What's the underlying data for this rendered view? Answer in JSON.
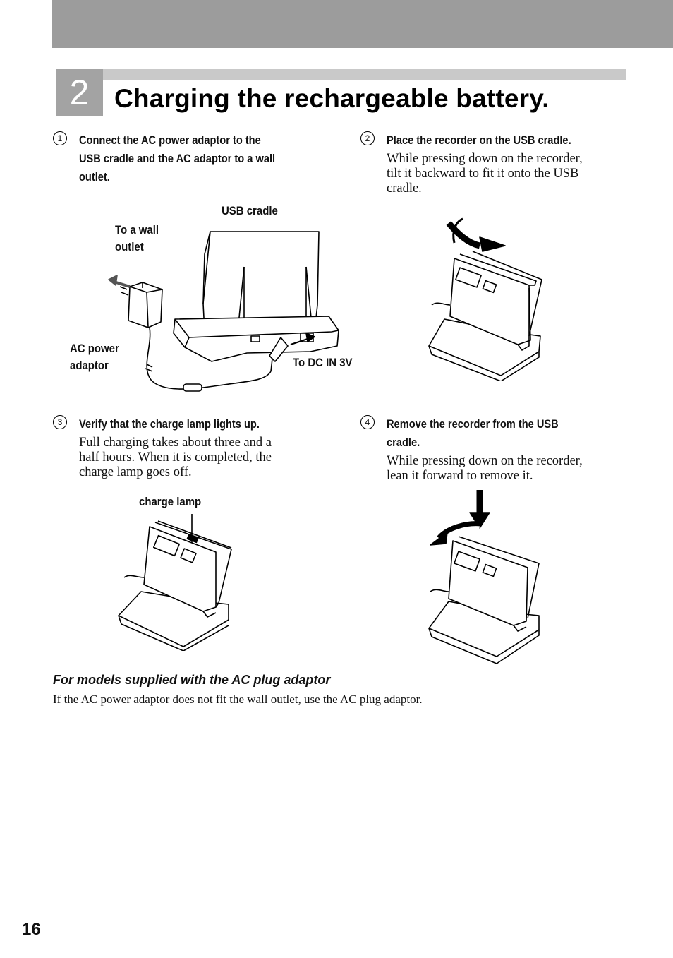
{
  "section": {
    "number": "2",
    "title": "Charging the rechargeable battery."
  },
  "steps": [
    {
      "number": "1",
      "heading_lines": [
        "Connect the AC power adaptor to the",
        "USB cradle and the AC adaptor to a wall",
        "outlet."
      ],
      "body_lines": []
    },
    {
      "number": "2",
      "heading_lines": [
        "Place the recorder on the USB cradle."
      ],
      "body_lines": [
        "While pressing down on the recorder,",
        "tilt it backward to fit it onto the USB",
        "cradle."
      ]
    },
    {
      "number": "3",
      "heading_lines": [
        "Verify that the charge lamp lights up."
      ],
      "body_lines": [
        "Full charging takes about three and a",
        "half hours. When it is completed, the",
        "charge lamp goes off."
      ]
    },
    {
      "number": "4",
      "heading_lines": [
        "Remove the recorder from the USB",
        "cradle."
      ],
      "body_lines": [
        "While pressing down on the recorder,",
        "lean it forward to remove it."
      ]
    }
  ],
  "labels": {
    "usb_cradle": "USB cradle",
    "wall_outlet": [
      "To a wall",
      "outlet"
    ],
    "ac_power_adaptor": [
      "AC power",
      "adaptor"
    ],
    "dc_in": "To DC IN 3V",
    "charge_lamp": "charge lamp"
  },
  "note": {
    "heading": "For models supplied with the AC plug adaptor",
    "body": "If the AC power adaptor does not fit the wall outlet, use the AC plug adaptor."
  },
  "page_number": "16"
}
